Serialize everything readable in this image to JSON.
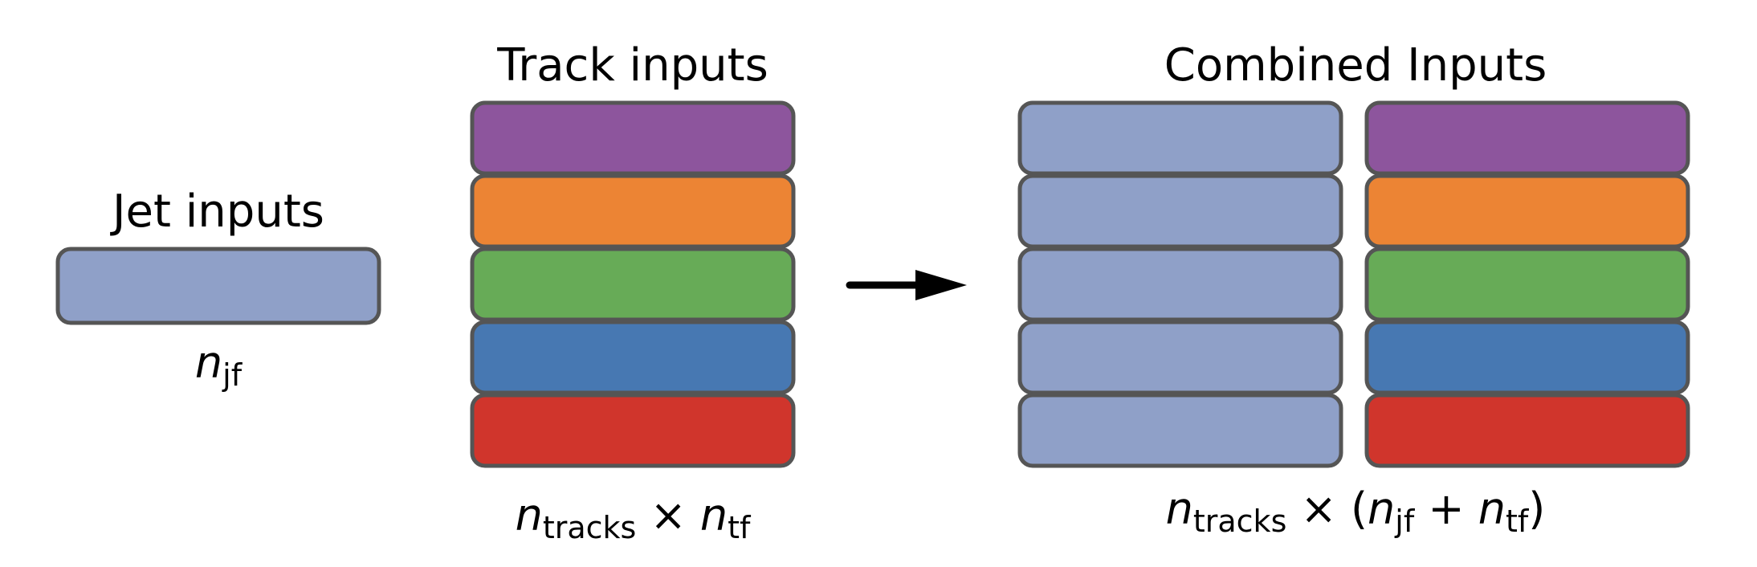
{
  "colors": {
    "jet": "#8fa0c8",
    "purple": "#8d559d",
    "orange": "#ec8434",
    "green": "#67ab57",
    "blue": "#4778b2",
    "red": "#d0352c",
    "border": "#555555",
    "arrow": "#000000"
  },
  "jet_panel": {
    "title": "Jet inputs",
    "label": {
      "n": "n",
      "sub": "jf"
    }
  },
  "track_panel": {
    "title": "Track inputs",
    "rows": [
      "purple",
      "orange",
      "green",
      "blue",
      "red"
    ],
    "label": {
      "n1": "n",
      "sub1": "tracks",
      "times": " × ",
      "n2": "n",
      "sub2": "tf"
    }
  },
  "combined_panel": {
    "title": "Combined Inputs",
    "left_rows": [
      "jet",
      "jet",
      "jet",
      "jet",
      "jet"
    ],
    "right_rows": [
      "purple",
      "orange",
      "green",
      "blue",
      "red"
    ],
    "label": {
      "n1": "n",
      "sub1": "tracks",
      "times_open": " × (",
      "n2": "n",
      "sub2": "jf",
      "plus": " + ",
      "n3": "n",
      "sub3": "tf",
      "close": ")"
    }
  },
  "arrow_icon": "right-arrow-icon"
}
